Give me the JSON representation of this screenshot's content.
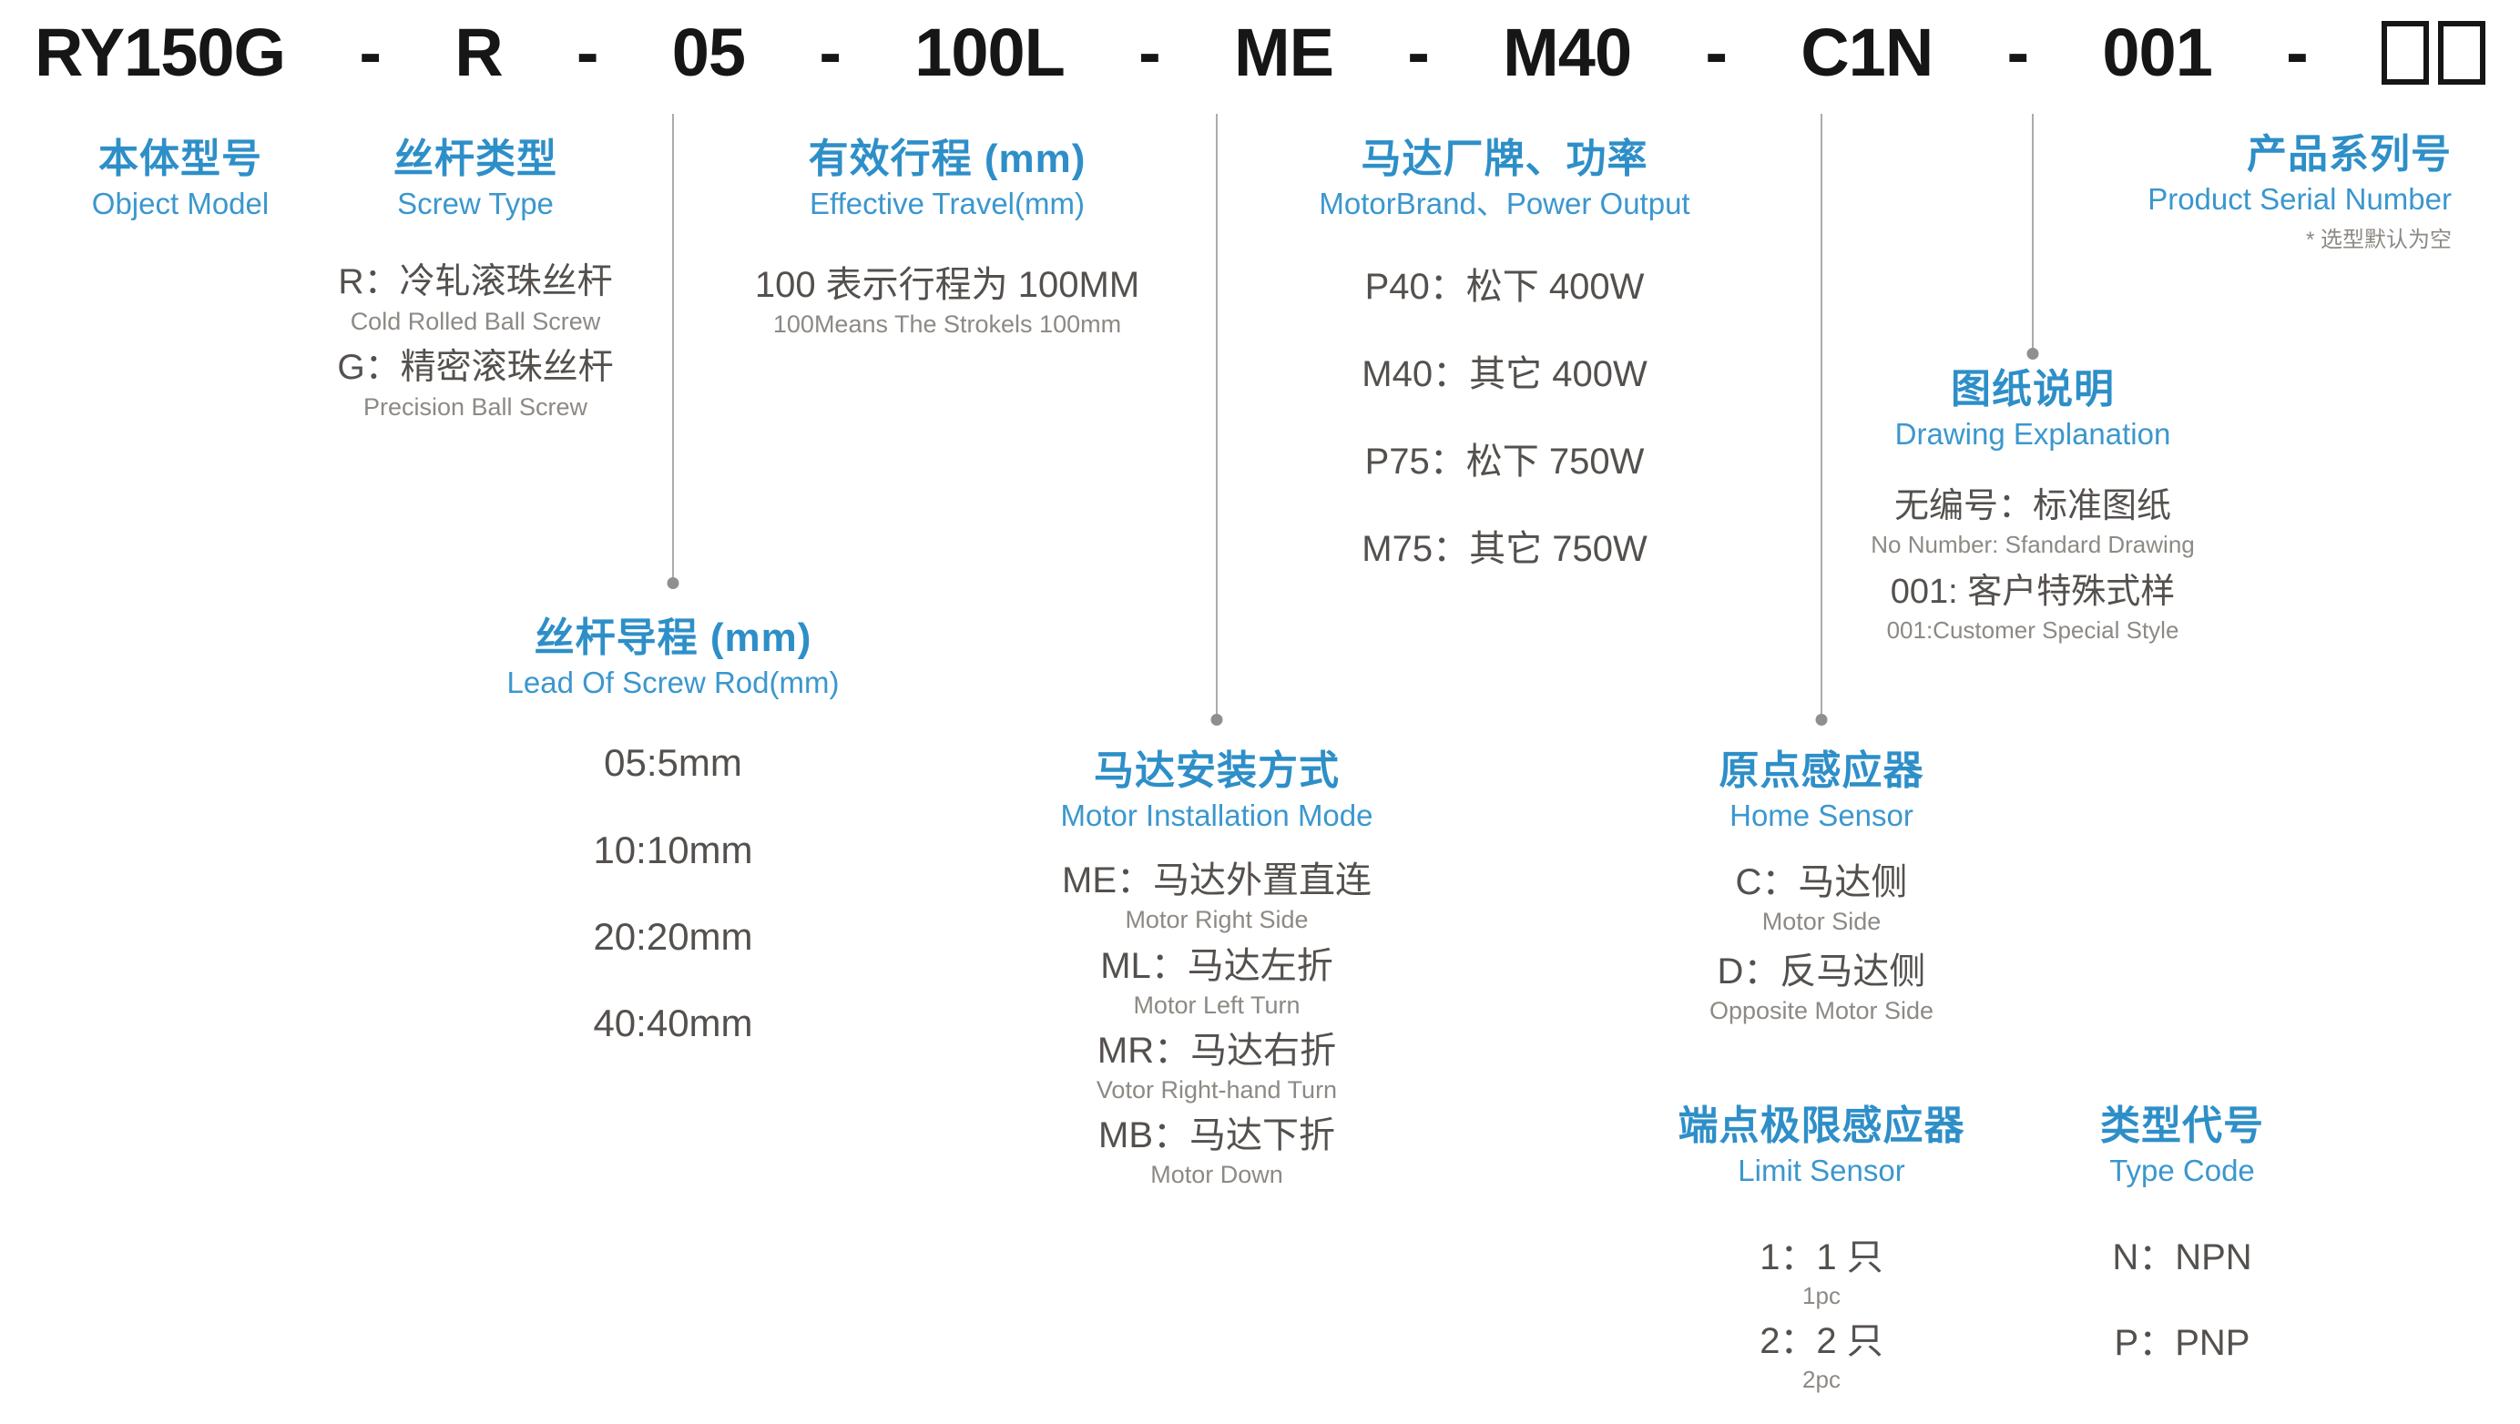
{
  "colors": {
    "accent_blue": "#2e8fc8",
    "accent_blue_light": "#3b97ce",
    "title_black": "#161616",
    "option_text": "#54504d",
    "option_subtext": "#8d8984",
    "connector_line": "#ababab"
  },
  "model_code": {
    "segments": [
      "RY150G",
      "R",
      "05",
      "100L",
      "ME",
      "M40",
      "C1N",
      "001"
    ],
    "separator": "-",
    "placeholder_box_count": 2
  },
  "sections": {
    "object_model": {
      "zh": "本体型号",
      "en": "Object Model"
    },
    "screw_type": {
      "zh": "丝杆类型",
      "en": "Screw Type",
      "options": [
        {
          "zh": "R：冷轧滚珠丝杆",
          "en": "Cold Rolled Ball Screw"
        },
        {
          "zh": "G：精密滚珠丝杆",
          "en": "Precision Ball Screw"
        }
      ]
    },
    "effective_travel": {
      "zh": "有效行程 (mm)",
      "en": "Effective Travel(mm)",
      "options": [
        {
          "zh": "100 表示行程为 100MM",
          "en": "100Means The Strokels 100mm"
        }
      ]
    },
    "motor_brand": {
      "zh": "马达厂牌、功率",
      "en": "MotorBrand、Power Output",
      "options": [
        {
          "zh": "P40：松下 400W"
        },
        {
          "zh": "M40：其它 400W"
        },
        {
          "zh": "P75：松下 750W"
        },
        {
          "zh": "M75：其它 750W"
        }
      ]
    },
    "product_serial": {
      "zh": "产品系列号",
      "en": "Product Serial Number",
      "note": "* 选型默认为空"
    },
    "drawing_explanation": {
      "zh": "图纸说明",
      "en": "Drawing Explanation",
      "options": [
        {
          "zh": "无编号：标准图纸",
          "en": "No Number: Sfandard Drawing"
        },
        {
          "zh": "001: 客户特殊式样",
          "en": "001:Customer Special Style"
        }
      ]
    },
    "screw_lead": {
      "zh": "丝杆导程 (mm)",
      "en": "Lead Of Screw Rod(mm)",
      "options": [
        {
          "zh": "05:5mm"
        },
        {
          "zh": "10:10mm"
        },
        {
          "zh": "20:20mm"
        },
        {
          "zh": "40:40mm"
        }
      ]
    },
    "motor_installation": {
      "zh": "马达安装方式",
      "en": "Motor Installation Mode",
      "options": [
        {
          "zh": "ME：马达外置直连",
          "en": "Motor Right Side"
        },
        {
          "zh": "ML：马达左折",
          "en": "Motor Left Turn"
        },
        {
          "zh": "MR：马达右折",
          "en": "Votor Right-hand Turn"
        },
        {
          "zh": "MB：马达下折",
          "en": "Motor Down"
        }
      ]
    },
    "home_sensor": {
      "zh": "原点感应器",
      "en": "Home Sensor",
      "options": [
        {
          "zh": "C：马达侧",
          "en": "Motor Side"
        },
        {
          "zh": "D：反马达侧",
          "en": "Opposite Motor Side"
        }
      ]
    },
    "limit_sensor": {
      "zh": "端点极限感应器",
      "en": "Limit Sensor",
      "options": [
        {
          "zh": "1：1 只",
          "en": "1pc"
        },
        {
          "zh": "2：2 只",
          "en": "2pc"
        }
      ]
    },
    "type_code": {
      "zh": "类型代号",
      "en": "Type Code",
      "options": [
        {
          "zh": "N：NPN"
        },
        {
          "zh": "P：PNP"
        }
      ]
    }
  }
}
